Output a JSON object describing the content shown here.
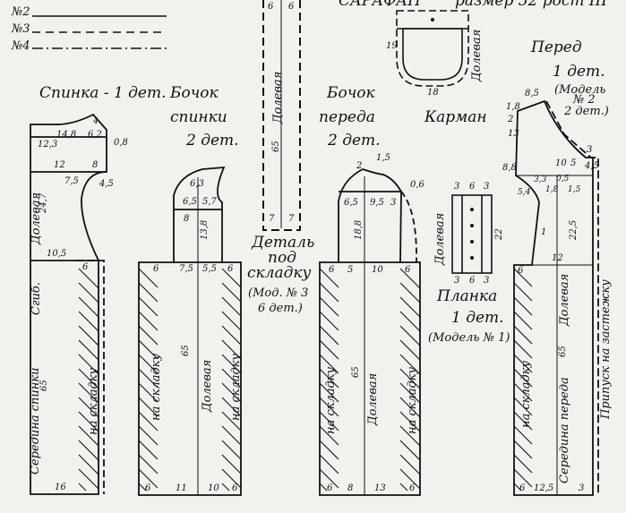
{
  "legend": [
    {
      "label": "№2",
      "style": "solid"
    },
    {
      "label": "№3",
      "style": "dashed"
    },
    {
      "label": "№4",
      "style": "dash-dot"
    }
  ],
  "header": {
    "title": "САРАФАН",
    "size": "размер 52 рост III"
  },
  "pieces": {
    "back": {
      "title": "Спинка - 1 дет.",
      "grain": "Долевая",
      "fold": "Сгиб.",
      "center": "Середина спинки",
      "pleat": "на складку",
      "dims": {
        "d123": "12,3",
        "d148": "14,8",
        "d62": "6,2",
        "d4": "4",
        "d08": "0,8",
        "d12": "12",
        "d8": "8",
        "d75": "7,5",
        "d45": "4,5",
        "d247": "24,7",
        "d105": "10,5",
        "d6": "6",
        "d65": "65",
        "d16": "16"
      }
    },
    "back_side": {
      "title1": "Бочок",
      "title2": "спинки",
      "title3": "2 дет.",
      "grain": "Долевая",
      "pleat": "на складку",
      "dims": {
        "d63": "6,3",
        "d65a": "6,5",
        "d57": "5,7",
        "d8": "8",
        "d138": "13,8",
        "d6l": "6",
        "d75": "7,5",
        "d55": "5,5",
        "d6r": "6",
        "d65": "65",
        "d6bl": "6",
        "d11": "11",
        "d10": "10",
        "d6br": "6"
      }
    },
    "pleat_detail": {
      "grain": "Долевая",
      "t1": "Деталь",
      "t2": "под",
      "t3": "складку",
      "t4": "(Мод. № 3",
      "t5": "6 дет.)",
      "dims": {
        "d6l": "6",
        "d6r": "6",
        "d65": "65",
        "d7l": "7",
        "d7r": "7"
      }
    },
    "front_side": {
      "title1": "Бочок",
      "title2": "переда",
      "title3": "2 дет.",
      "grain": "Долевая",
      "pleat": "на складку",
      "dims": {
        "d2": "2",
        "d15": "1,5",
        "d06": "0,6",
        "d65a": "6,5",
        "d95": "9,5",
        "d3": "3",
        "d188": "18,8",
        "d6l": "6",
        "d5": "5",
        "d10": "10",
        "d6r": "6",
        "d65": "65",
        "d6bl": "6",
        "d8": "8",
        "d13": "13",
        "d6br": "6"
      }
    },
    "pocket": {
      "title": "Карман",
      "grain": "Долевая",
      "dims": {
        "d19": "19",
        "d18": "18"
      }
    },
    "placket": {
      "title1": "Планка",
      "title2": "1 дет.",
      "note": "(Модель № 1)",
      "grain": "Долевая",
      "dims": {
        "t3l": "3",
        "t6": "6",
        "t3r": "3",
        "b3l": "3",
        "b6": "6",
        "b3r": "3",
        "d22": "22"
      }
    },
    "front": {
      "title1": "Перед",
      "title2": "1 дет.",
      "note1": "(Модель",
      "note2": "№ 2",
      "note3": "2 дет.)",
      "grain": "Долевая",
      "center": "Середина переда",
      "allowance": "Припуск на застежку",
      "pleat": "на складку",
      "dims": {
        "d85": "8,5",
        "d18": "1,8",
        "d2": "2",
        "d13": "13",
        "d88": "8,8",
        "d54": "5,4",
        "d33": "3,3",
        "d18b": "1,8",
        "d05": "0,5",
        "d15": "1,5",
        "d10": "10",
        "d5": "5",
        "d3": "3",
        "d45": "4,5",
        "d1": "1",
        "d225": "22,5",
        "d12": "12",
        "d6": "6",
        "d65": "65",
        "d6b": "6",
        "d125": "12,5",
        "d3b": "3"
      }
    }
  }
}
